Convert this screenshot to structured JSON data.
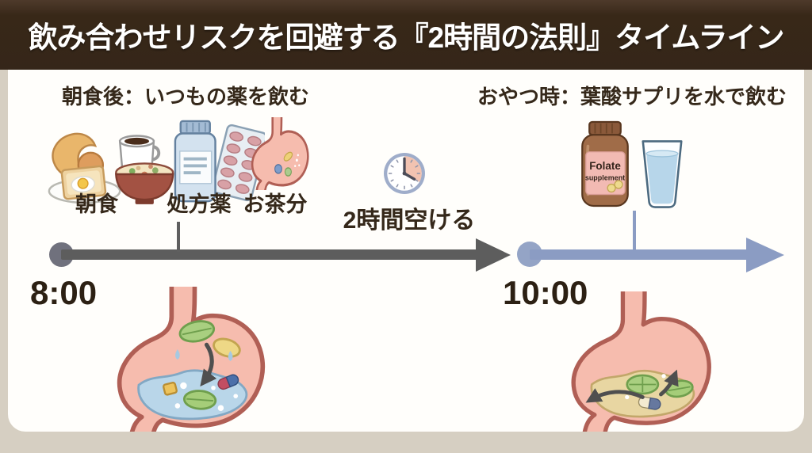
{
  "header": {
    "title": "飲み合わせリスクを回避する『2時間の法則』タイムライン"
  },
  "morning": {
    "heading": "朝食後：いつもの薬を飲む",
    "items": [
      {
        "label": "朝食",
        "icon": "breakfast-icon"
      },
      {
        "label": "処方薬",
        "icon": "prescription-medicine-icon"
      },
      {
        "label": "お茶分",
        "icon": "stomach-small-icon"
      }
    ]
  },
  "gap": {
    "caption": "2時間空ける",
    "icon": "clock-icon"
  },
  "snack": {
    "heading": "おやつ時：葉酸サプリを水で飲む",
    "bottle": {
      "line1": "Folate",
      "line2": "supplement"
    },
    "icons": [
      "folate-bottle-icon",
      "water-glass-icon"
    ]
  },
  "timeline": {
    "start_label": "8:00",
    "end_label": "10:00",
    "segment1_color": "#5d5d5d",
    "segment2_color": "#8b9cc3"
  },
  "colors": {
    "header_bg": "#38281b",
    "page_bg": "#d6cfc2",
    "panel_bg": "#fffefb",
    "text_dark": "#35281a",
    "stomach_pink": "#f6bcae",
    "stomach_outline": "#b05f55",
    "liquid_blue": "#b9d6e9",
    "liquid_tan": "#e8d6a2",
    "clock_ring": "#9fadca",
    "clock_wedge": "#f2c3b1"
  }
}
